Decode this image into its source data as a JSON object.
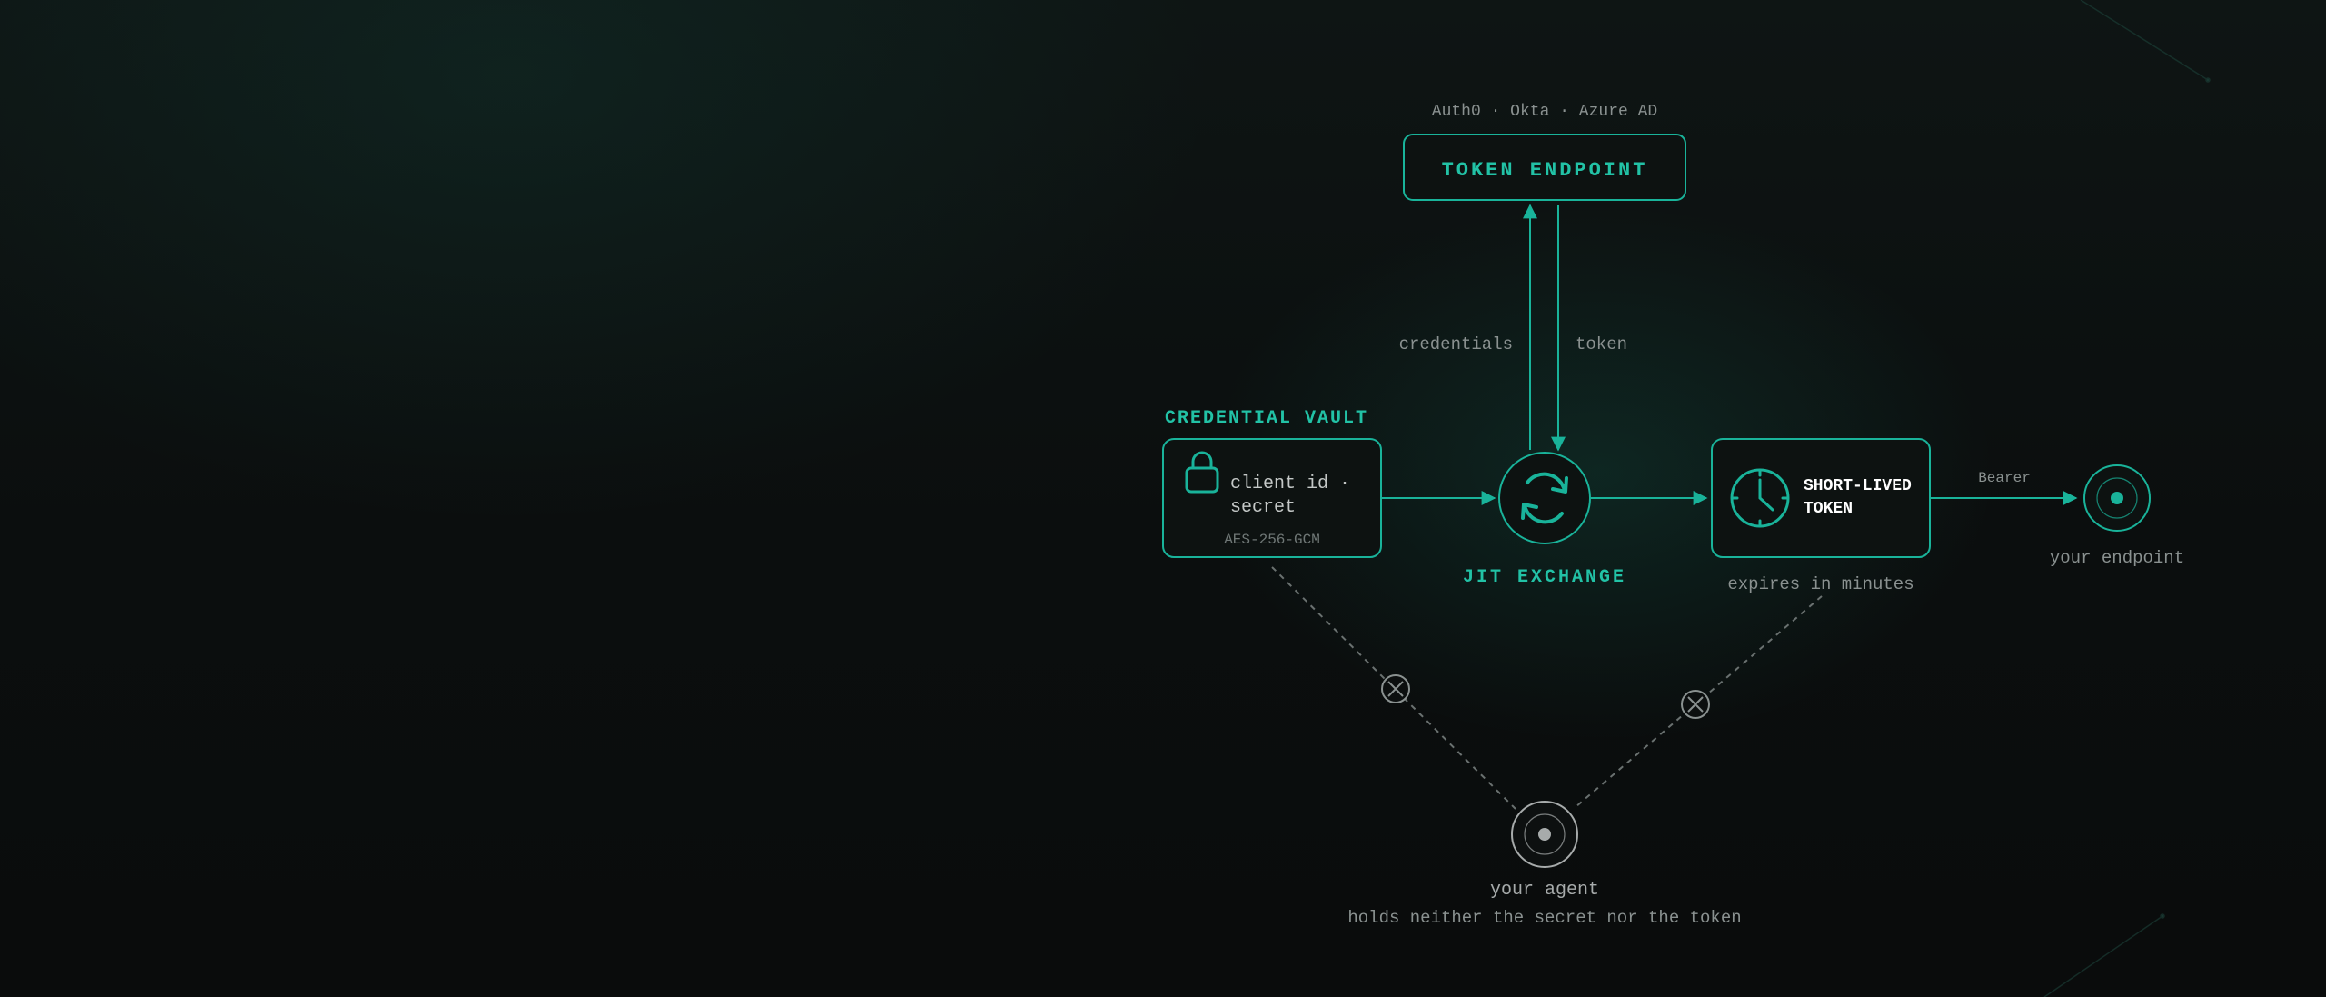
{
  "colors": {
    "accent": "#19b39a",
    "accent_text": "#22c2a6",
    "muted_text": "#8a9190",
    "dim_text": "#6f7776",
    "node_fill": "#0d1211",
    "white_text": "#ffffff",
    "agent_gray": "#a7abab"
  },
  "token_endpoint": {
    "providers": "Auth0 · Okta · Azure AD",
    "label": "TOKEN ENDPOINT"
  },
  "edges": {
    "credentials": "credentials",
    "token": "token",
    "bearer": "Bearer"
  },
  "vault": {
    "title": "CREDENTIAL VAULT",
    "line1": "client id ·",
    "line2": "secret",
    "encryption": "AES-256-GCM",
    "icon": "lock-icon"
  },
  "exchange": {
    "label": "JIT EXCHANGE",
    "icon": "refresh-icon"
  },
  "short_lived": {
    "line1": "SHORT-LIVED",
    "line2": "TOKEN",
    "caption": "expires in minutes",
    "icon": "clock-icon"
  },
  "endpoint": {
    "label": "your endpoint"
  },
  "agent": {
    "label": "your agent",
    "caption": "holds neither the secret nor the token"
  }
}
